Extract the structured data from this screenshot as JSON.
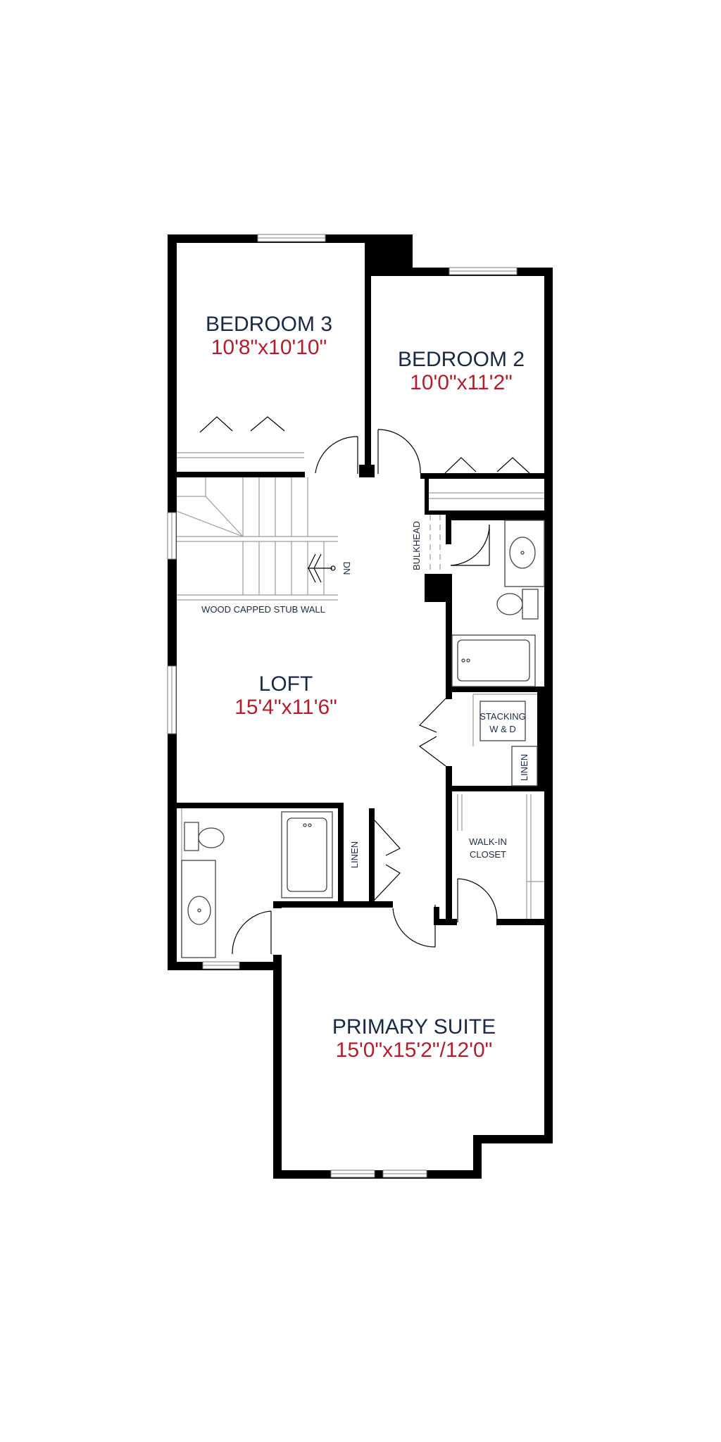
{
  "rooms": {
    "bedroom3": {
      "name": "BEDROOM 3",
      "dims": "10'8\"x10'10\""
    },
    "bedroom2": {
      "name": "BEDROOM 2",
      "dims": "10'0\"x11'2\""
    },
    "loft": {
      "name": "LOFT",
      "dims": "15'4\"x11'6\""
    },
    "primary_suite": {
      "name": "PRIMARY SUITE",
      "dims": "15'0\"x15'2\"/12'0\""
    }
  },
  "labels": {
    "bulkhead": "BULKHEAD",
    "stair_down": "DN",
    "stub_wall": "WOOD CAPPED STUB WALL",
    "stacking_line1": "STACKING",
    "stacking_line2": "W & D",
    "linen_laundry": "LINEN",
    "linen_hall": "LINEN",
    "walkin_line1": "WALK-IN",
    "walkin_line2": "CLOSET"
  },
  "colors": {
    "walls": "#000000",
    "room_name": "#1b2a44",
    "room_dimensions": "#b11f2e"
  }
}
